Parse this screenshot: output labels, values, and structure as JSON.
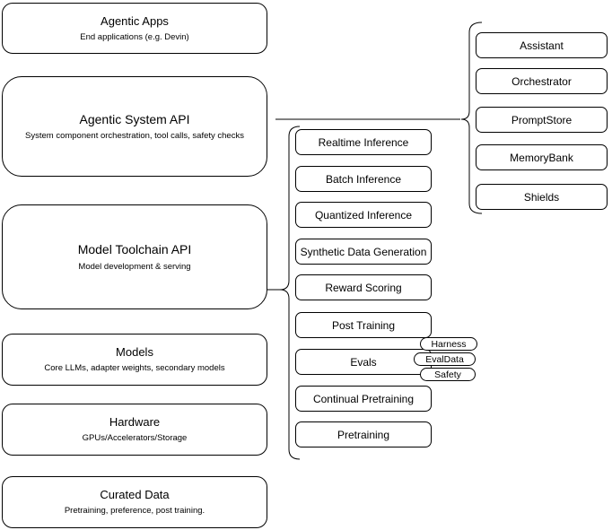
{
  "left_column": {
    "boxes": [
      {
        "title": "Agentic Apps",
        "subtitle": "End applications (e.g. Devin)"
      },
      {
        "title": "Agentic System API",
        "subtitle": "System component orchestration, tool calls, safety checks"
      },
      {
        "title": "Model Toolchain API",
        "subtitle": "Model development & serving"
      },
      {
        "title": "Models",
        "subtitle": "Core LLMs, adapter weights, secondary models"
      },
      {
        "title": "Hardware",
        "subtitle": "GPUs/Accelerators/Storage"
      },
      {
        "title": "Curated Data",
        "subtitle": "Pretraining, preference, post training."
      }
    ]
  },
  "toolchain_group": {
    "items": [
      "Realtime Inference",
      "Batch Inference",
      "Quantized Inference",
      "Synthetic Data Generation",
      "Reward Scoring",
      "Post Training",
      "Evals",
      "Continual Pretraining",
      "Pretraining"
    ],
    "eval_tags": [
      "Harness",
      "EvalData",
      "Safety"
    ]
  },
  "system_group": {
    "items": [
      "Assistant",
      "Orchestrator",
      "PromptStore",
      "MemoryBank",
      "Shields"
    ]
  },
  "colors": {
    "stroke": "#000000",
    "fill": "#ffffff",
    "text": "#000000"
  }
}
